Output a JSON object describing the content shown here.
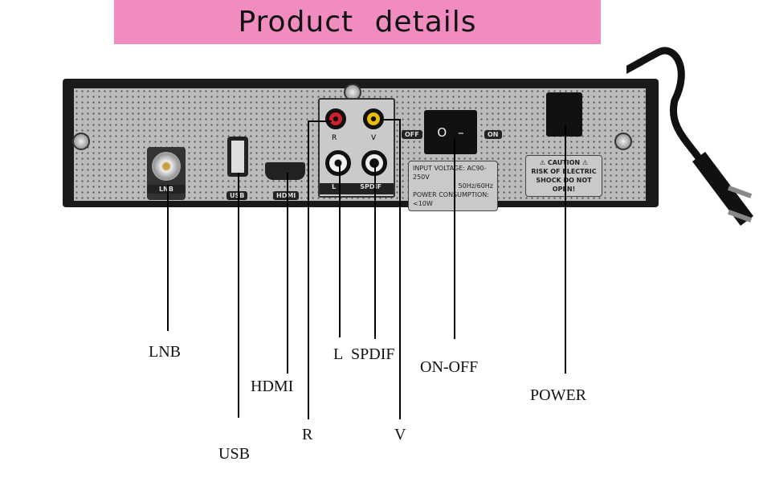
{
  "title": "Product details",
  "device": {
    "ports": {
      "lnb": "LNB",
      "usb": "USB",
      "hdmi": "HDMI",
      "r": "R",
      "v": "V",
      "l": "L",
      "spdif": "SPDIF"
    },
    "switch": {
      "off": "OFF",
      "on": "ON",
      "symbol_off": "O",
      "symbol_on": "–"
    },
    "rating": {
      "line1": "INPUT VOLTAGE: AC90-250V",
      "line2": "50Hz/60Hz",
      "line3": "POWER CONSUMPTION:<10W"
    },
    "caution": {
      "title": "CAUTION",
      "line1": "RISK OF ELECTRIC",
      "line2": "SHOCK DO NOT OPEN!"
    }
  },
  "callouts": {
    "lnb": "LNB",
    "hdmi": "HDMI",
    "usb": "USB",
    "r": "R",
    "l": "L",
    "spdif": "SPDIF",
    "v": "V",
    "on_off": "ON-OFF",
    "power": "POWER"
  },
  "colors": {
    "banner": "#f08cc0",
    "rca_red": "#d0202a",
    "rca_yellow": "#e8c000",
    "rca_white": "#f2f2f2"
  }
}
